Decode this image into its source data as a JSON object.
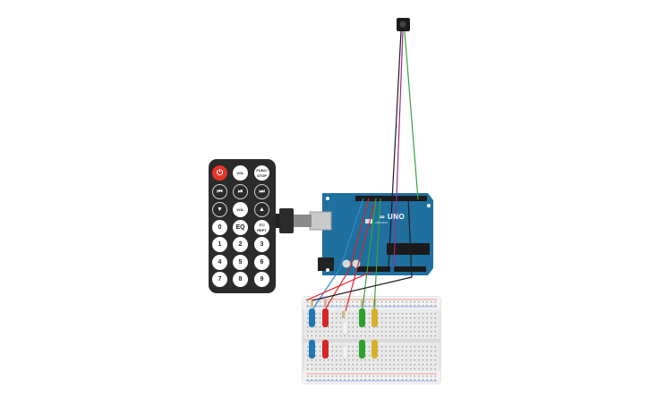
{
  "remote": {
    "buttons": [
      {
        "id": "power",
        "label": "⏻",
        "style": "power"
      },
      {
        "id": "vol-up",
        "label": "VOL",
        "style": "small"
      },
      {
        "id": "func-stop",
        "label": "FUNC/ STOP",
        "style": "small"
      },
      {
        "id": "prev",
        "label": "⏮",
        "style": "dark"
      },
      {
        "id": "play-pause",
        "label": "⏯",
        "style": "dark"
      },
      {
        "id": "next",
        "label": "⏭",
        "style": "dark"
      },
      {
        "id": "down",
        "label": "▼",
        "style": "dark"
      },
      {
        "id": "vol-down",
        "label": "VOL",
        "style": "small"
      },
      {
        "id": "up",
        "label": "▲",
        "style": "dark"
      },
      {
        "id": "zero",
        "label": "0",
        "style": "normal"
      },
      {
        "id": "eq",
        "label": "EQ",
        "style": "normal"
      },
      {
        "id": "st-rept",
        "label": "ST/ REPT",
        "style": "small"
      },
      {
        "id": "one",
        "label": "1",
        "style": "normal"
      },
      {
        "id": "two",
        "label": "2",
        "style": "normal"
      },
      {
        "id": "three",
        "label": "3",
        "style": "normal"
      },
      {
        "id": "four",
        "label": "4",
        "style": "normal"
      },
      {
        "id": "five",
        "label": "5",
        "style": "normal"
      },
      {
        "id": "six",
        "label": "6",
        "style": "normal"
      },
      {
        "id": "seven",
        "label": "7",
        "style": "normal"
      },
      {
        "id": "eight",
        "label": "8",
        "style": "normal"
      },
      {
        "id": "nine",
        "label": "9",
        "style": "normal"
      }
    ]
  },
  "arduino": {
    "logo_text": "∞ UNO",
    "brand_text": "ARDUINO",
    "board_color": "#1f6f9f"
  },
  "colors": {
    "wire_red": "#d8262b",
    "wire_green": "#3aa33a",
    "wire_blue": "#2a8fd0",
    "wire_black": "#1e1e1e",
    "wire_purple": "#9b2a8e",
    "led_blue": "#1f77b4",
    "led_red": "#d62728",
    "led_green": "#2ca02c",
    "led_yellow": "#d4b02a"
  }
}
